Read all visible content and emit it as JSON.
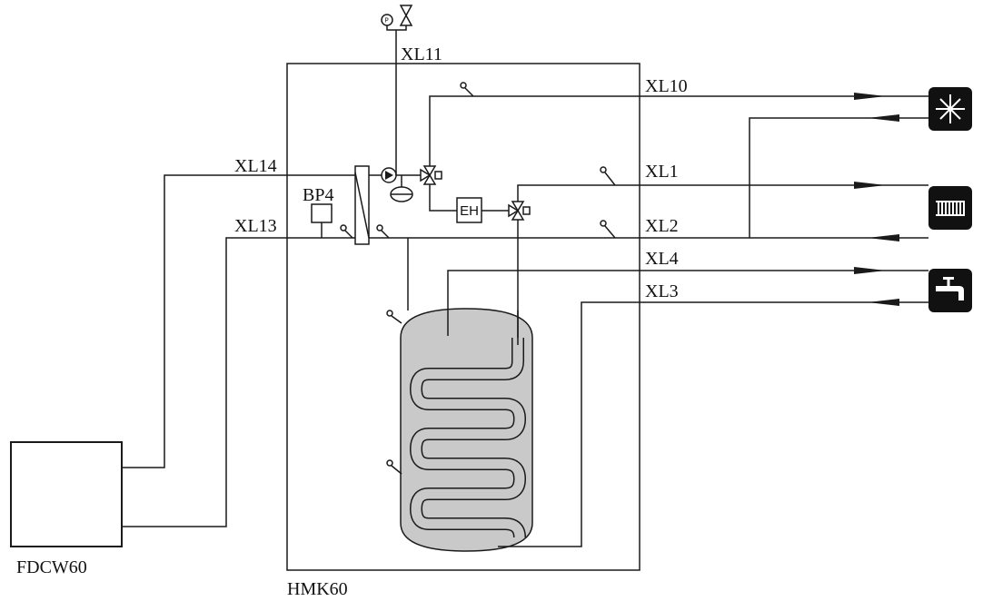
{
  "units": {
    "outdoor": "FDCW60",
    "indoor": "HMK60"
  },
  "pipes": {
    "xl11": "XL11",
    "xl10": "XL10",
    "xl14": "XL14",
    "xl13": "XL13",
    "xl1": "XL1",
    "xl2": "XL2",
    "xl4": "XL4",
    "xl3": "XL3"
  },
  "components": {
    "sensor_bp4": "BP4",
    "heater": "EH",
    "pressure_gauge": "P"
  },
  "icons": {
    "cooling": "snowflake-icon",
    "heating": "radiator-icon",
    "hot_water": "tap-icon"
  },
  "colors": {
    "line": "#1a1a1a",
    "tank_fill": "#c9c9c9",
    "icon_background": "#111111"
  }
}
